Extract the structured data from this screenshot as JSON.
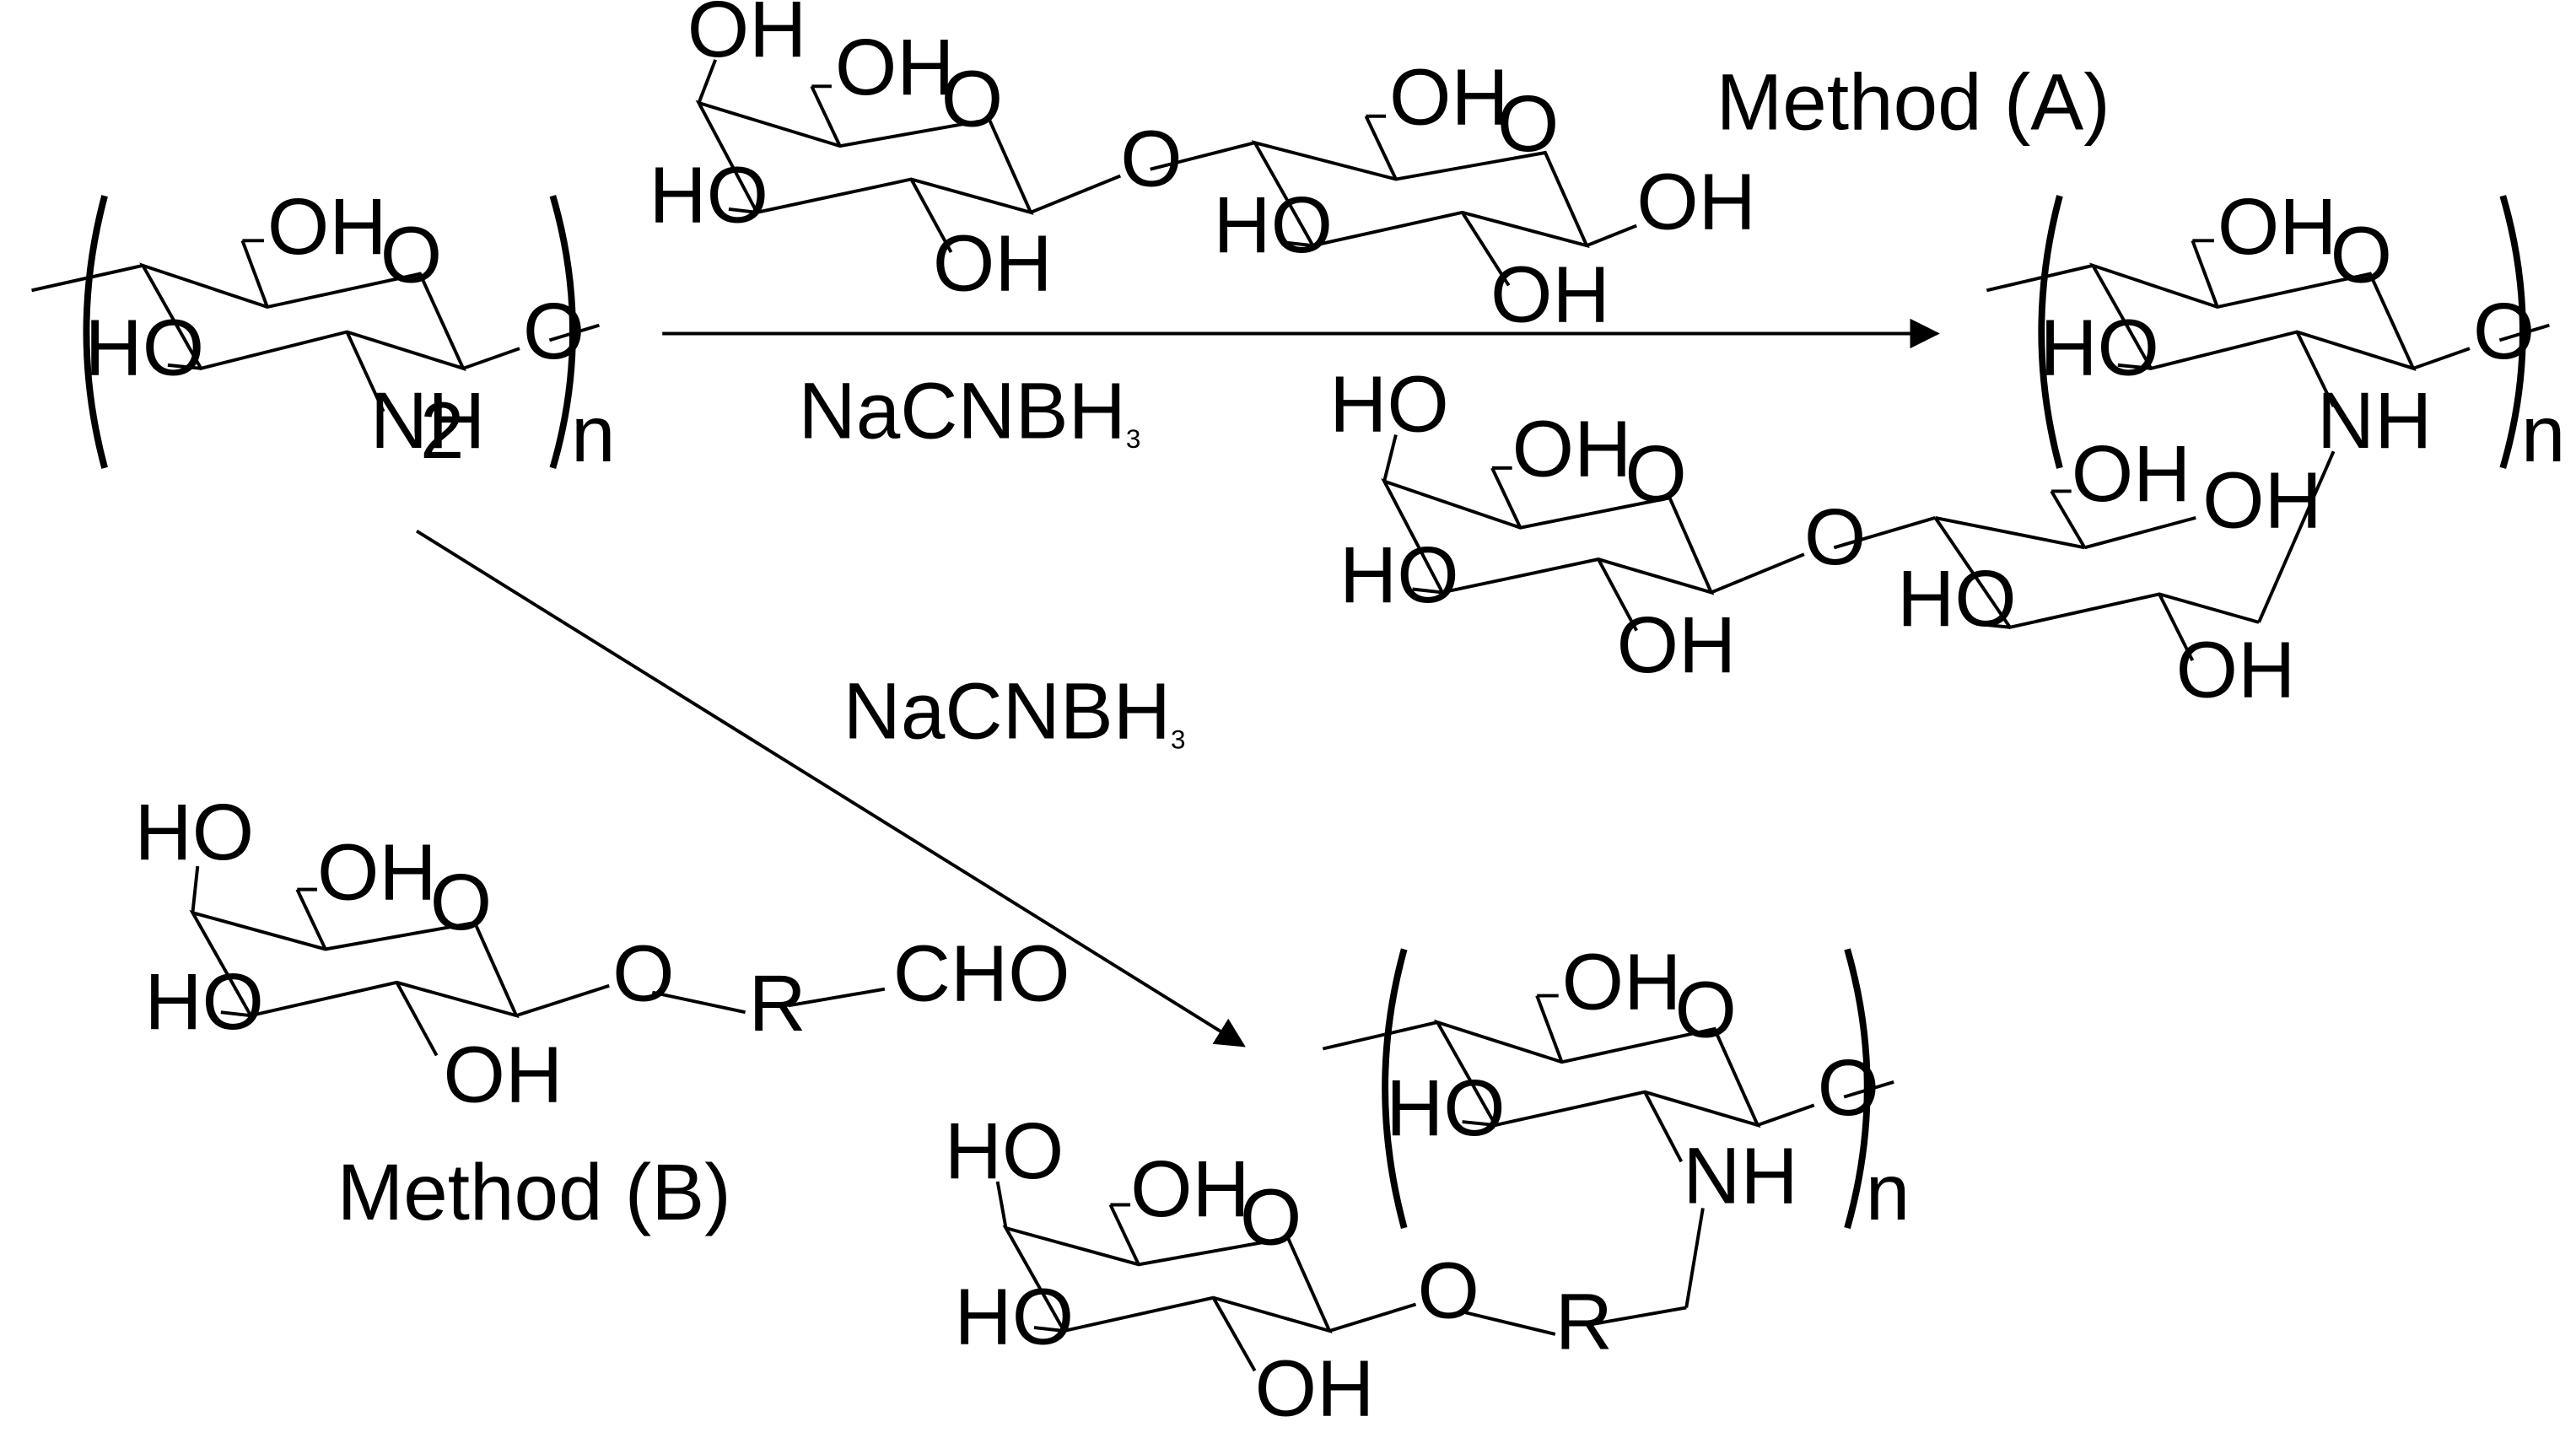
{
  "text": {
    "method_a": "Method (A)",
    "method_b": "Method (B)",
    "reagent": "NaCNBH",
    "reagent_sub": "3",
    "oh": "OH",
    "ho": "HO",
    "o": "O",
    "nh": "NH",
    "nh2": "NH",
    "nh2_sub": "2",
    "n": "n",
    "r": "R",
    "cho": "CHO"
  }
}
